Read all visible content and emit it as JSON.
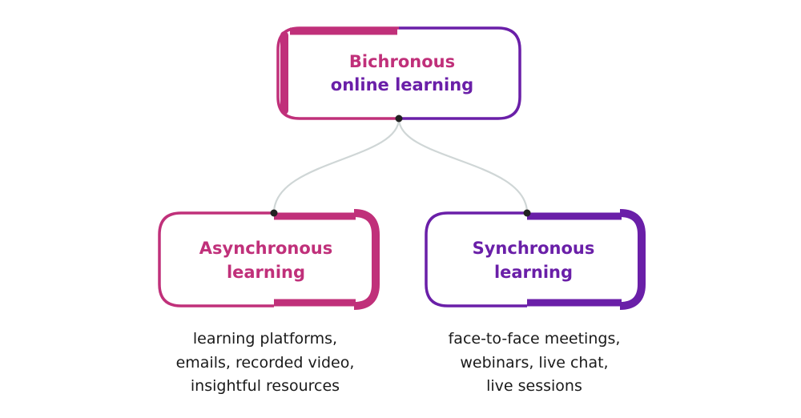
{
  "colors": {
    "magenta": "#c0307a",
    "purple": "#6a1fa8",
    "connector": "#cfd6d6",
    "dot": "#222222",
    "text": "#1a1a1a"
  },
  "root": {
    "title_line1": "Bichronous",
    "title_line2": "online learning"
  },
  "left": {
    "title_line1": "Asynchronous",
    "title_line2": "learning",
    "desc_line1": "learning platforms,",
    "desc_line2": "emails, recorded video,",
    "desc_line3": "insightful resources"
  },
  "right": {
    "title_line1": "Synchronous",
    "title_line2": "learning",
    "desc_line1": "face-to-face meetings,",
    "desc_line2": "webinars, live chat,",
    "desc_line3": "live sessions"
  }
}
